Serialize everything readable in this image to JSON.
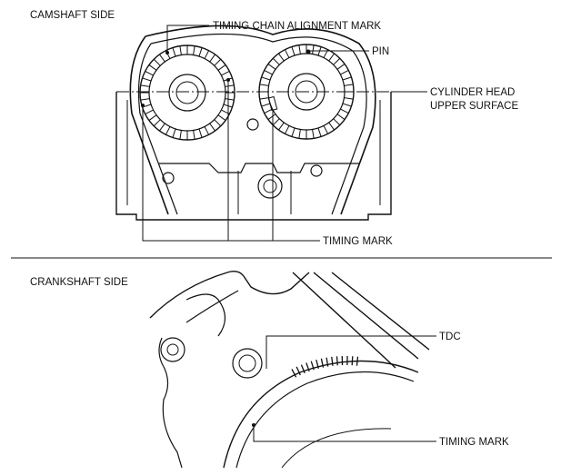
{
  "camshaft": {
    "section_title": "CAMSHAFT SIDE",
    "label_alignment": "TIMING CHAIN ALIGNMENT MARK",
    "label_pin": "PIN",
    "label_head_1": "CYLINDER HEAD",
    "label_head_2": "UPPER SURFACE",
    "label_timing": "TIMING MARK"
  },
  "crankshaft": {
    "section_title": "CRANKSHAFT SIDE",
    "label_tdc": "TDC",
    "label_timing": "TIMING MARK"
  }
}
